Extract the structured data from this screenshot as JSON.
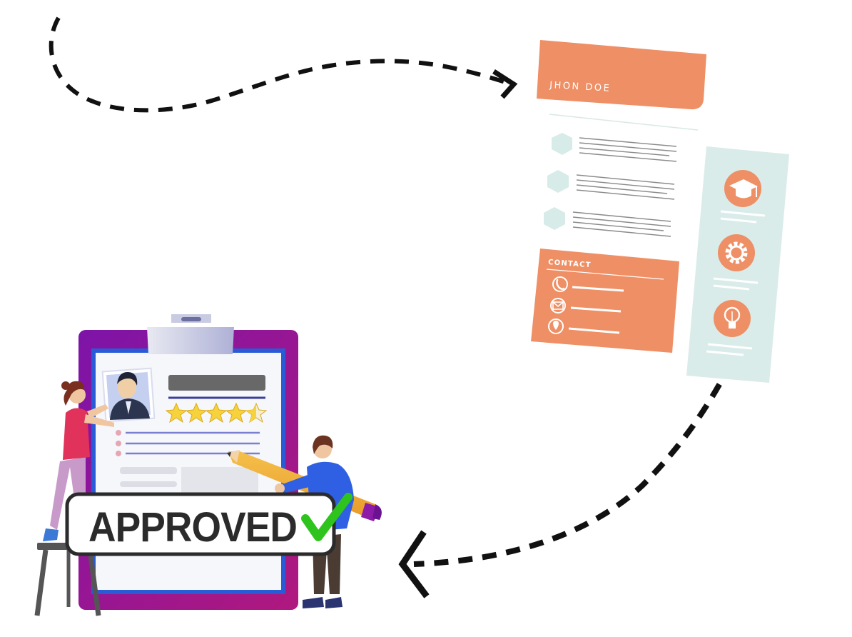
{
  "resume": {
    "name": "JHON DOE",
    "contact_heading": "CONTACT",
    "colors": {
      "accent": "#ee8f65",
      "sidebar": "#d9ece9",
      "hexagon": "#d7ebe8"
    },
    "sidebar_icons": [
      "graduation-cap-icon",
      "gear-icon",
      "lightbulb-icon"
    ],
    "contact_icons": [
      "phone-icon",
      "mail-icon",
      "location-icon"
    ]
  },
  "stamp": {
    "label": "APPROVED",
    "check_color": "#2ec41d"
  },
  "clipboard": {
    "rating": {
      "value": 4.5,
      "max": 5
    },
    "colors": {
      "board": "#8e1aa8",
      "frame": "#2a5bd7",
      "star": "#f6d33c"
    }
  }
}
